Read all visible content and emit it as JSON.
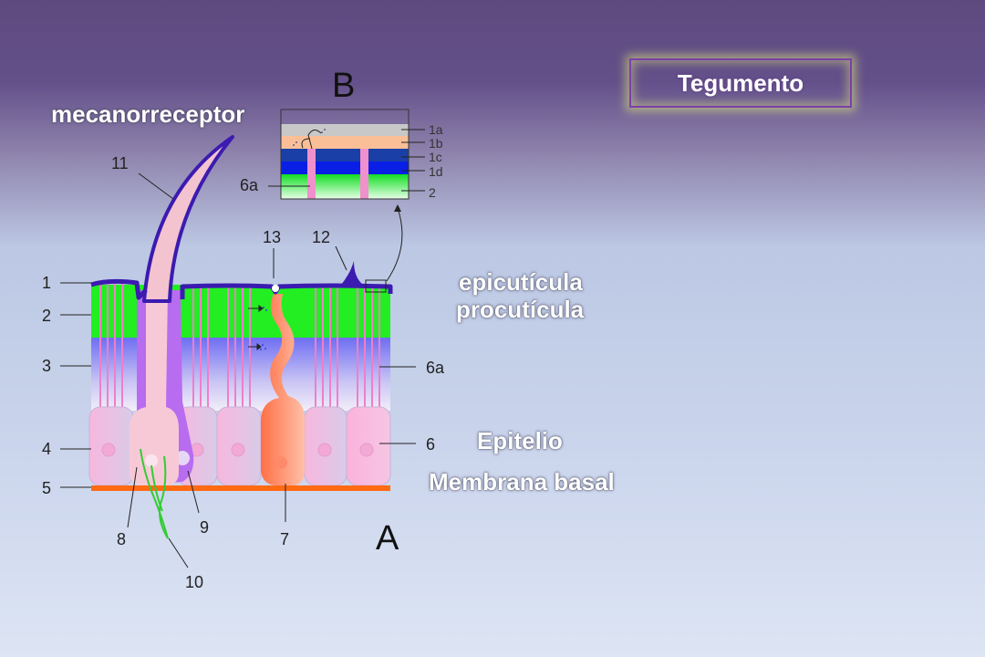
{
  "slide": {
    "title": "Tegumento",
    "mechanoreceptor_label": "mecanorreceptor",
    "epicuticle_label": "epicutícula",
    "procuticle_label": "procutícula",
    "epithelium_label": "Epitelio",
    "basal_membrane_label": "Membrana basal"
  },
  "diagram_a": {
    "panel_letter": "A",
    "callouts": [
      "1",
      "2",
      "3",
      "4",
      "5",
      "6",
      "6a",
      "7",
      "8",
      "9",
      "10",
      "11",
      "12",
      "13"
    ]
  },
  "diagram_b": {
    "panel_letter": "B",
    "callouts": [
      "1a",
      "1b",
      "1c",
      "1d",
      "2",
      "6a"
    ]
  },
  "colors": {
    "epicuticle": "#3b1bb0",
    "procuticle": "#22ee22",
    "epithelium_cell": "#f4a8d4",
    "basal_membrane": "#ff6a13",
    "mechanoreceptor": "#b86cf0",
    "gland": "#ff8860",
    "nerve": "#33cc33",
    "title_border": "#7b3fa8",
    "title_glow": "#e6f078"
  }
}
